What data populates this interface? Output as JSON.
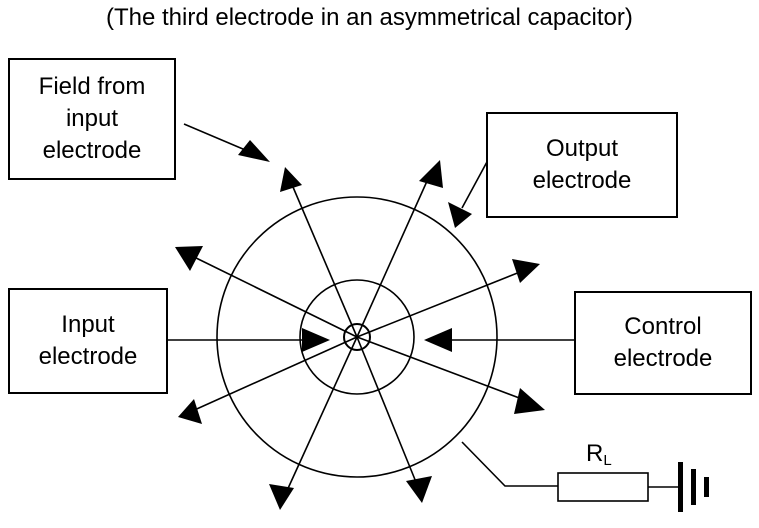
{
  "title": "(The third electrode in an asymmetrical capacitor)",
  "labels": {
    "field_from_input": [
      "Field from",
      "input",
      "electrode"
    ],
    "output_electrode": [
      "Output",
      "electrode"
    ],
    "input_electrode": [
      "Input",
      "electrode"
    ],
    "control_electrode": [
      "Control",
      "electrode"
    ],
    "resistor_symbol": "R",
    "resistor_subscript": "L"
  },
  "colors": {
    "stroke": "#000000",
    "background": "#ffffff"
  }
}
